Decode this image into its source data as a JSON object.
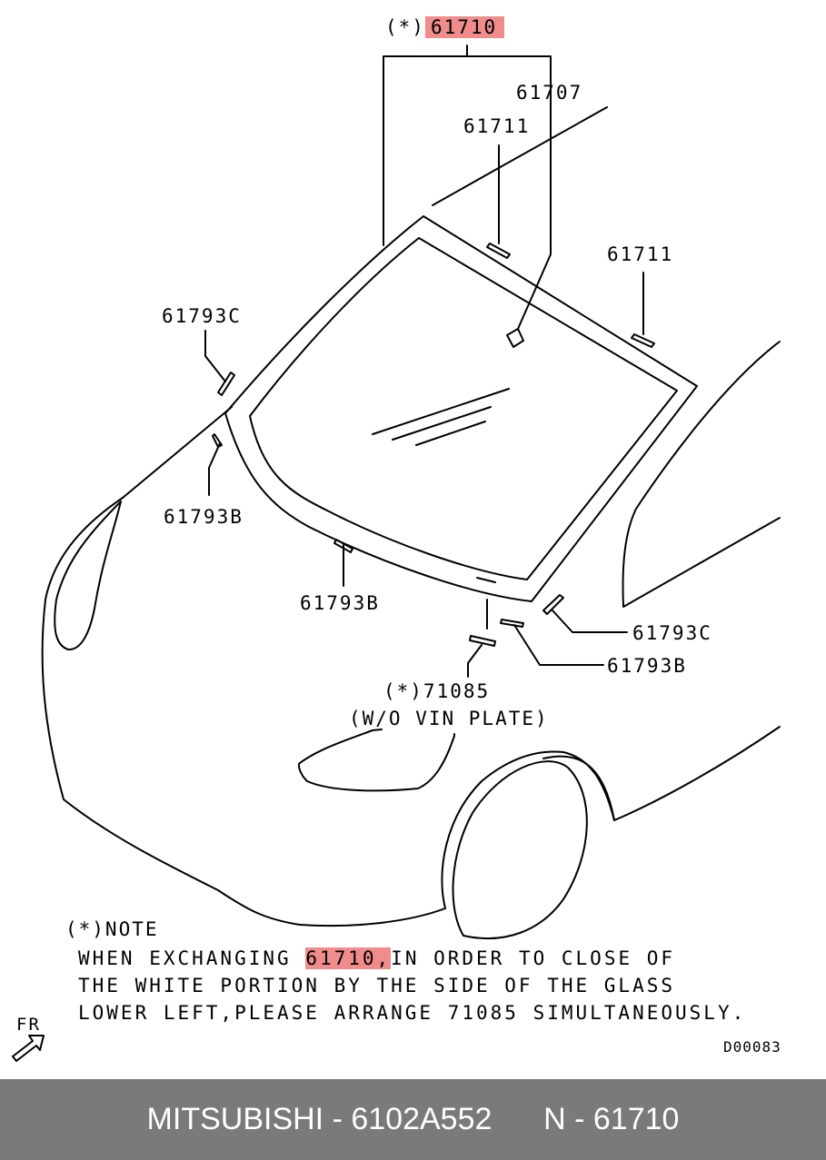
{
  "callouts": {
    "main_prefix": "(*)",
    "main_part": "61710",
    "p61707": "61707",
    "p61711_a": "61711",
    "p61711_b": "61711",
    "p61793c_left": "61793C",
    "p61793b_left": "61793B",
    "p61793b_bottom": "61793B",
    "p61793c_right": "61793C",
    "p61793b_right": "61793B",
    "p71085": "(*)71085",
    "vin_note": "(W/O VIN PLATE)"
  },
  "note": {
    "heading": "(*)NOTE",
    "line1_pre": "WHEN EXCHANGING",
    "line1_part": "61710,",
    "line1_post": "IN ORDER TO CLOSE OF",
    "line2": "THE WHITE PORTION BY THE SIDE OF THE GLASS",
    "line3": "LOWER LEFT,PLEASE ARRANGE 71085 SIMULTANEOUSLY."
  },
  "front_marker": "FR",
  "diagram_code": "D00083",
  "footer": {
    "brand": "MITSUBISHI",
    "separator": "-",
    "part_number": "6102A552",
    "ref_prefix": "N",
    "ref_number": "61710"
  },
  "colors": {
    "highlight": "#f08c8c",
    "footer_bg": "#7a7a7a",
    "footer_text": "#ffffff",
    "line": "#000000"
  }
}
